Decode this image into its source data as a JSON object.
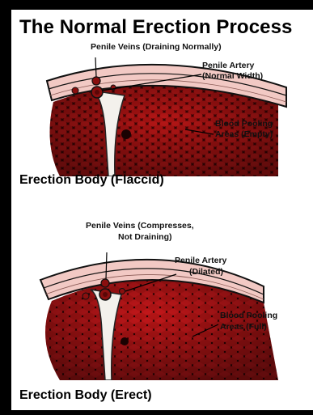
{
  "title": "The Normal Erection Process",
  "flaccid": {
    "caption": "Erection Body (Flaccid)",
    "label_veins": "Penile Veins (Draining Normally)",
    "label_artery_1": "Penile Artery",
    "label_artery_2": "(Normal Width)",
    "label_pool_1": "Blood Pooling",
    "label_pool_2": "Areas (Empty)"
  },
  "erect": {
    "caption": "Erection Body (Erect)",
    "label_veins_1": "Penile Veins (Compresses,",
    "label_veins_2": "Not Draining)",
    "label_artery_1": "Penile Artery",
    "label_artery_2": "(Dilated)",
    "label_pool_1": "Blood Pooling",
    "label_pool_2": "Areas (Full)"
  },
  "colors": {
    "tissue_dark": "#4a0606",
    "tissue_cell": "#b01414",
    "tunica": "#f2c9c4",
    "vessel": "#8a0f0f",
    "divider": "#f3f1ec"
  }
}
